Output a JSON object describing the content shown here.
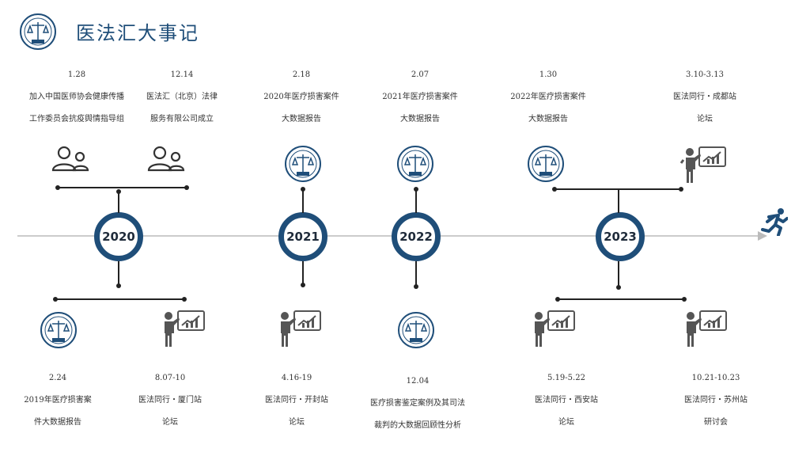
{
  "header": {
    "title": "医法汇大事记",
    "logo_icon": "yifahui-logo-icon"
  },
  "timeline": {
    "years": [
      "2020",
      "2021",
      "2022",
      "2023"
    ],
    "colors": {
      "accent": "#1f4e79",
      "axis": "#cccccc",
      "line": "#222222"
    }
  },
  "events_top": [
    {
      "date": "1.28",
      "line1": "加入中国医师协会健康传播",
      "line2": "工作委员会抗疫舆情指导组",
      "icon": "people-icon"
    },
    {
      "date": "12.14",
      "line1": "医法汇（北京）法律",
      "line2": "服务有限公司成立",
      "icon": "people-icon"
    },
    {
      "date": "2.18",
      "line1": "2020年医疗损害案件",
      "line2": "大数据报告",
      "icon": "logo-icon"
    },
    {
      "date": "2.07",
      "line1": "2021年医疗损害案件",
      "line2": "大数据报告",
      "icon": "logo-icon"
    },
    {
      "date": "1.30",
      "line1": "2022年医疗损害案件",
      "line2": "大数据报告",
      "icon": "logo-icon"
    },
    {
      "date": "3.10-3.13",
      "line1": "医法同行・成都站",
      "line2": "论坛",
      "icon": "presenter-icon"
    }
  ],
  "events_bottom": [
    {
      "date": "2.24",
      "line1": "2019年医疗损害案",
      "line2": "件大数据报告",
      "icon": "logo-icon"
    },
    {
      "date": "8.07-10",
      "line1": "医法同行・厦门站",
      "line2": "论坛",
      "icon": "presenter-icon"
    },
    {
      "date": "4.16-19",
      "line1": "医法同行・开封站",
      "line2": "论坛",
      "icon": "presenter-icon"
    },
    {
      "date": "12.04",
      "line1": "医疗损害鉴定案例及其司法",
      "line2": "裁判的大数据回顾性分析",
      "icon": "logo-icon"
    },
    {
      "date": "5.19-5.22",
      "line1": "医法同行・西安站",
      "line2": "论坛",
      "icon": "presenter-icon"
    },
    {
      "date": "10.21-10.23",
      "line1": "医法同行・苏州站",
      "line2": "研讨会",
      "icon": "presenter-icon"
    }
  ],
  "end_icon": "runner-icon"
}
